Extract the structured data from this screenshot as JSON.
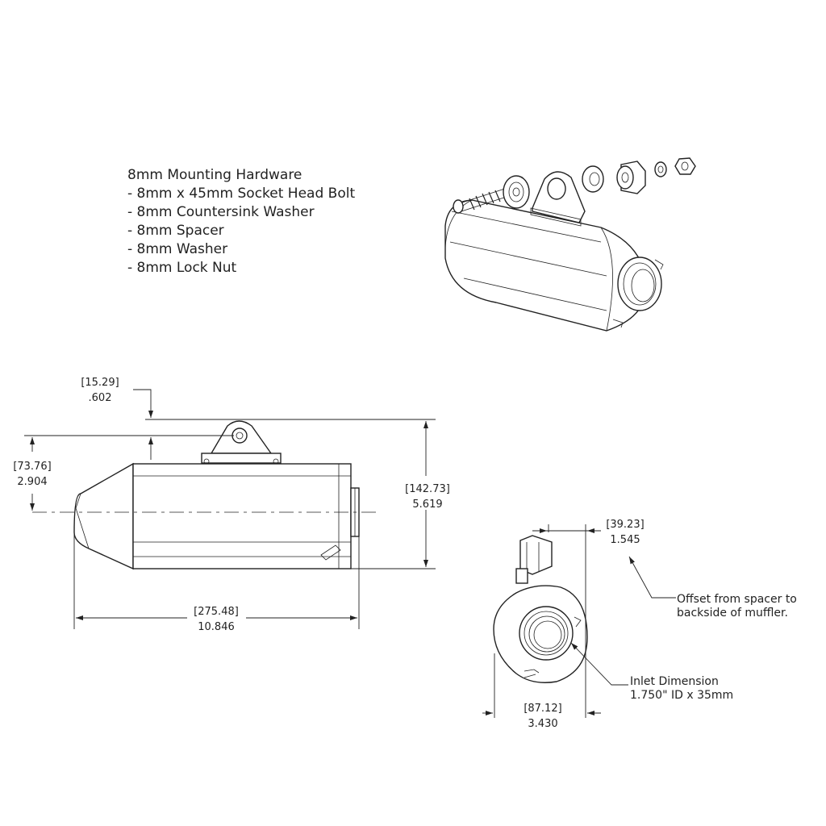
{
  "hardware": {
    "title": "8mm Mounting Hardware",
    "items": [
      "- 8mm x 45mm Socket Head Bolt",
      "- 8mm Countersink Washer",
      "- 8mm Spacer",
      "- 8mm Washer",
      "- 8mm Lock Nut"
    ]
  },
  "dimensions": {
    "offset_top": {
      "mm": "[15.29]",
      "in": ".602"
    },
    "mount_height": {
      "mm": "[73.76]",
      "in": "2.904"
    },
    "overall_height": {
      "mm": "[142.73]",
      "in": "5.619"
    },
    "overall_length": {
      "mm": "[275.48]",
      "in": "10.846"
    },
    "spacer_offset": {
      "mm": "[39.23]",
      "in": "1.545"
    },
    "end_width": {
      "mm": "[87.12]",
      "in": "3.430"
    }
  },
  "notes": {
    "offset_line1": "Offset from spacer to",
    "offset_line2": "backside of muffler.",
    "inlet_line1": "Inlet Dimension",
    "inlet_line2": "1.750\" ID x 35mm"
  }
}
